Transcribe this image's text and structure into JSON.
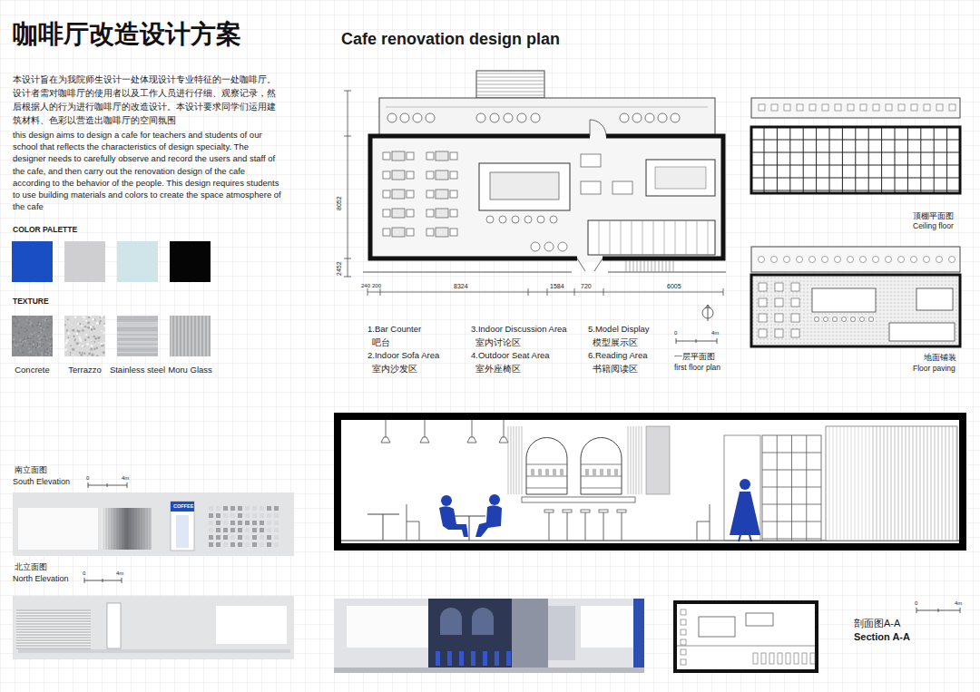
{
  "diagram": {
    "title": "咖啡厅改造设计方案",
    "nodes": [
      {
        "text": [
          "Concrete"
        ]
      },
      {
        "text": [
          "Terrazzo"
        ]
      },
      {
        "text": [
          "Stainless steel"
        ]
      },
      {
        "text": [
          "Moru Glass"
        ]
      }
    ],
    "labels": [
      "Cafe renovation design plan",
      "本设计旨在为我院师生设计一处体现设计专业特征的一处咖啡厅。设计者需对咖啡厅的使用者以及工作人员进行仔细、观察记录，然后根据人的行为进行咖啡厅的改造设计。本设计要求同学们运用建筑材料、色彩以营造出咖啡厅的空间氛围",
      "this design aims to design a cafe for teachers and students of our school that reflects the characteristics of design specialty. The designer needs to carefully observe and record the users and staff of the cafe, and then carry out the renovation design of the cafe according to the behavior of the people. This design requires students to use building materials and colors to create the space atmosphere of the cafe",
      "COLOR PALETTE",
      "TEXTURE",
      "1.Bar Counter",
      "吧台",
      "2.Indoor Sofa Area",
      "室内沙发区",
      "3.Indoor Discussion Area",
      "室内讨论区",
      "4.Outdoor Seat Area",
      "室外座椅区",
      "5.Model Display",
      "模型展示区",
      "6.Reading Area",
      "书籍阅读区",
      "一层平面图",
      "first floor plan",
      "0",
      "4m",
      "8324",
      "1584",
      "720",
      "6005",
      "240",
      "200",
      "8052",
      "2452",
      "顶棚平面图",
      "Ceiling floor",
      "地面铺装",
      "Floor paving",
      "南立面图",
      "South Elevation",
      "0",
      "4m",
      "COFFEE",
      "北立面图",
      "North Elevation",
      "0",
      "4m",
      "剖面图A-A",
      "Section A-A",
      "0",
      "4m"
    ]
  }
}
